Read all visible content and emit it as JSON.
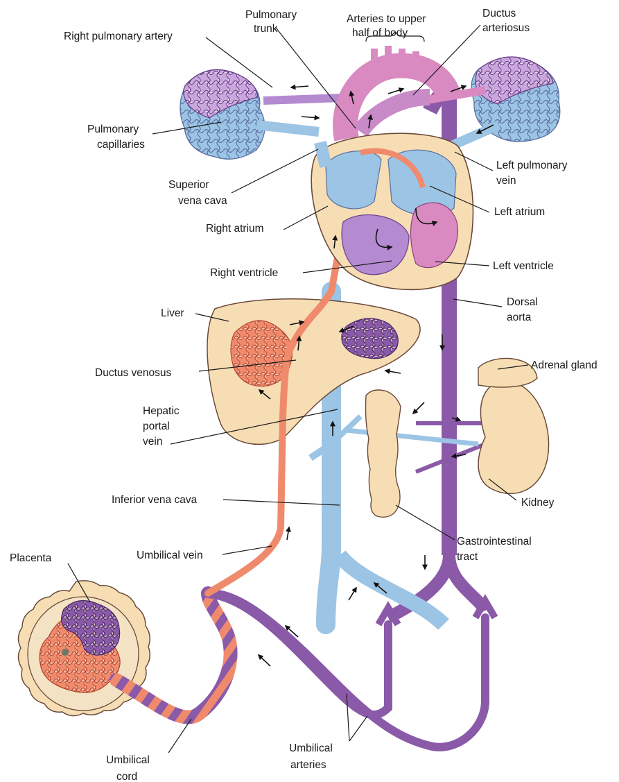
{
  "labels": {
    "pulmonary_trunk": [
      "Pulmonary",
      "trunk"
    ],
    "arteries_upper_body": [
      "Arteries to upper",
      "half of body"
    ],
    "ductus_arteriosus": [
      "Ductus",
      "arteriosus"
    ],
    "right_pulmonary_artery": "Right pulmonary artery",
    "pulmonary_capillaries": [
      "Pulmonary",
      "capillaries"
    ],
    "superior_vena_cava": [
      "Superior",
      "vena cava"
    ],
    "right_atrium": "Right atrium",
    "right_ventricle": "Right ventricle",
    "left_pulmonary_vein": [
      "Left pulmonary",
      "vein"
    ],
    "left_atrium": "Left atrium",
    "left_ventricle": "Left ventricle",
    "dorsal_aorta": [
      "Dorsal",
      "aorta"
    ],
    "liver": "Liver",
    "ductus_venosus": "Ductus venosus",
    "adrenal_gland": "Adrenal gland",
    "hepatic_portal_vein": [
      "Hepatic",
      "portal",
      "vein"
    ],
    "inferior_vena_cava": "Inferior vena cava",
    "kidney": "Kidney",
    "gastrointestinal_tract": [
      "Gastrointestinal",
      "tract"
    ],
    "placenta": "Placenta",
    "umbilical_vein": "Umbilical vein",
    "umbilical_cord": [
      "Umbilical",
      "cord"
    ],
    "umbilical_arteries": [
      "Umbilical",
      "arteries"
    ]
  },
  "colors": {
    "oxygenated": "#f08a6c",
    "deoxygenated_blue": "#9cc4e4",
    "aorta_purple": "#8a5aa8",
    "mixed_pink": "#d98ac0",
    "tissue": "#f6ddb4",
    "outline": "#6a4a3a"
  }
}
